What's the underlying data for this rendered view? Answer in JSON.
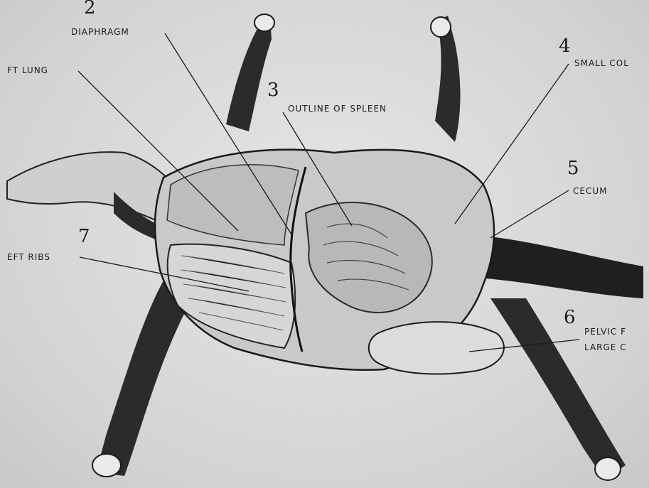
{
  "callouts": [
    {
      "number": "2",
      "label": "DIAPHRAGM"
    },
    {
      "number": "",
      "label": "FT LUNG"
    },
    {
      "number": "3",
      "label": "OUTLINE OF SPLEEN"
    },
    {
      "number": "4",
      "label": "SMALL COL"
    },
    {
      "number": "5",
      "label": "CECUM"
    },
    {
      "number": "7",
      "label": "EFT RIBS"
    },
    {
      "number": "6",
      "label_line1": "PELVIC F",
      "label_line2": "LARGE C"
    }
  ],
  "colors": {
    "background": "#d8d8d8",
    "ink": "#1a1a1a",
    "dark_fill": "#2b2b2b"
  }
}
